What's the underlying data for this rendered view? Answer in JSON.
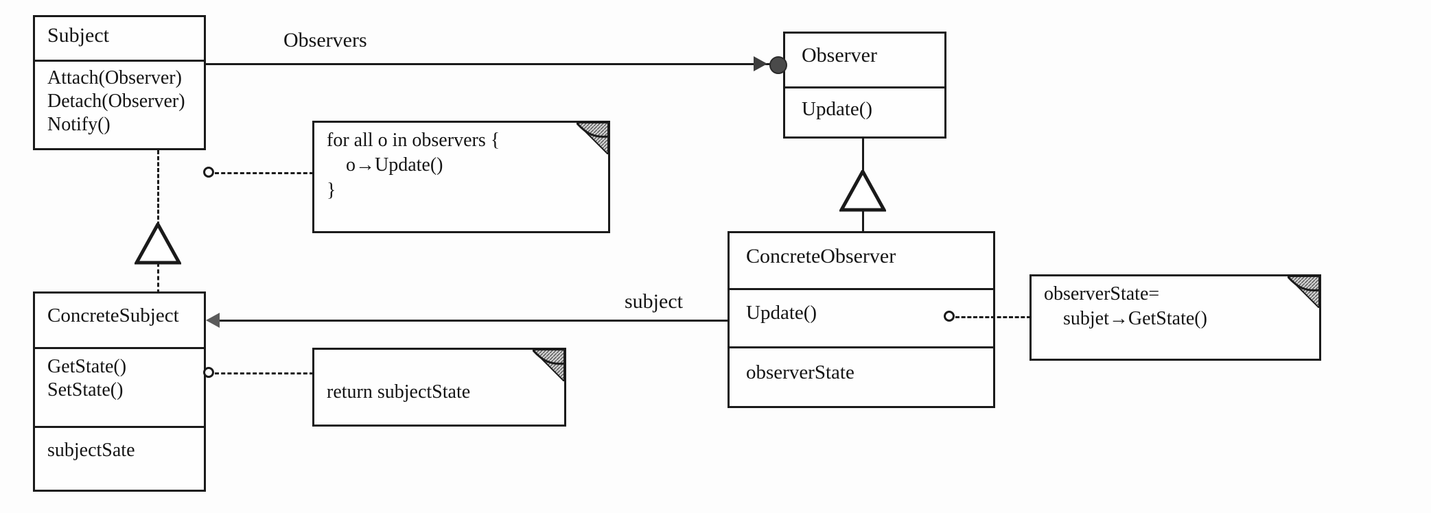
{
  "diagram": {
    "title": "Observer pattern structure diagram",
    "kind": "uml-class-diagram",
    "colors": {
      "stroke": "#1a1a1a",
      "background": "#fdfdfd",
      "fold_fill": "#8f8f8f",
      "ball_fill": "#4a4a4a"
    }
  },
  "classes": [
    {
      "id": "subject",
      "name": "Subject",
      "operations": [
        "Attach(Observer)",
        "Detach(Observer)",
        "Notify()"
      ],
      "attributes": []
    },
    {
      "id": "observer",
      "name": "Observer",
      "operations": [
        "Update()"
      ],
      "attributes": []
    },
    {
      "id": "concrete-subject",
      "name": "ConcreteSubject",
      "operations": [
        "GetState()",
        "SetState()"
      ],
      "attributes": [
        "subjectSate"
      ]
    },
    {
      "id": "concrete-observer",
      "name": "ConcreteObserver",
      "operations": [
        "Update()"
      ],
      "attributes": [
        "observerState"
      ]
    }
  ],
  "notes": [
    {
      "id": "notify-note",
      "lines": [
        "for all o in observers {",
        "    o→Update()",
        "}"
      ],
      "anchor": "Subject.Notify()"
    },
    {
      "id": "getstate-note",
      "lines": [
        "return subjectState"
      ],
      "anchor": "ConcreteSubject.GetState()"
    },
    {
      "id": "update-note",
      "lines": [
        "observerState=",
        "    subjet→GetState()"
      ],
      "anchor": "ConcreteObserver.Update()"
    }
  ],
  "edge_labels": {
    "observers": "Observers",
    "subject": "subject"
  },
  "icons": {
    "aggregation_ball": "filled-ball-icon",
    "generalization_triangle": "hollow-triangle-icon",
    "note_anchor_circle": "hollow-circle-icon",
    "arrowhead": "arrowhead-icon",
    "note_fold": "folded-corner-icon"
  }
}
